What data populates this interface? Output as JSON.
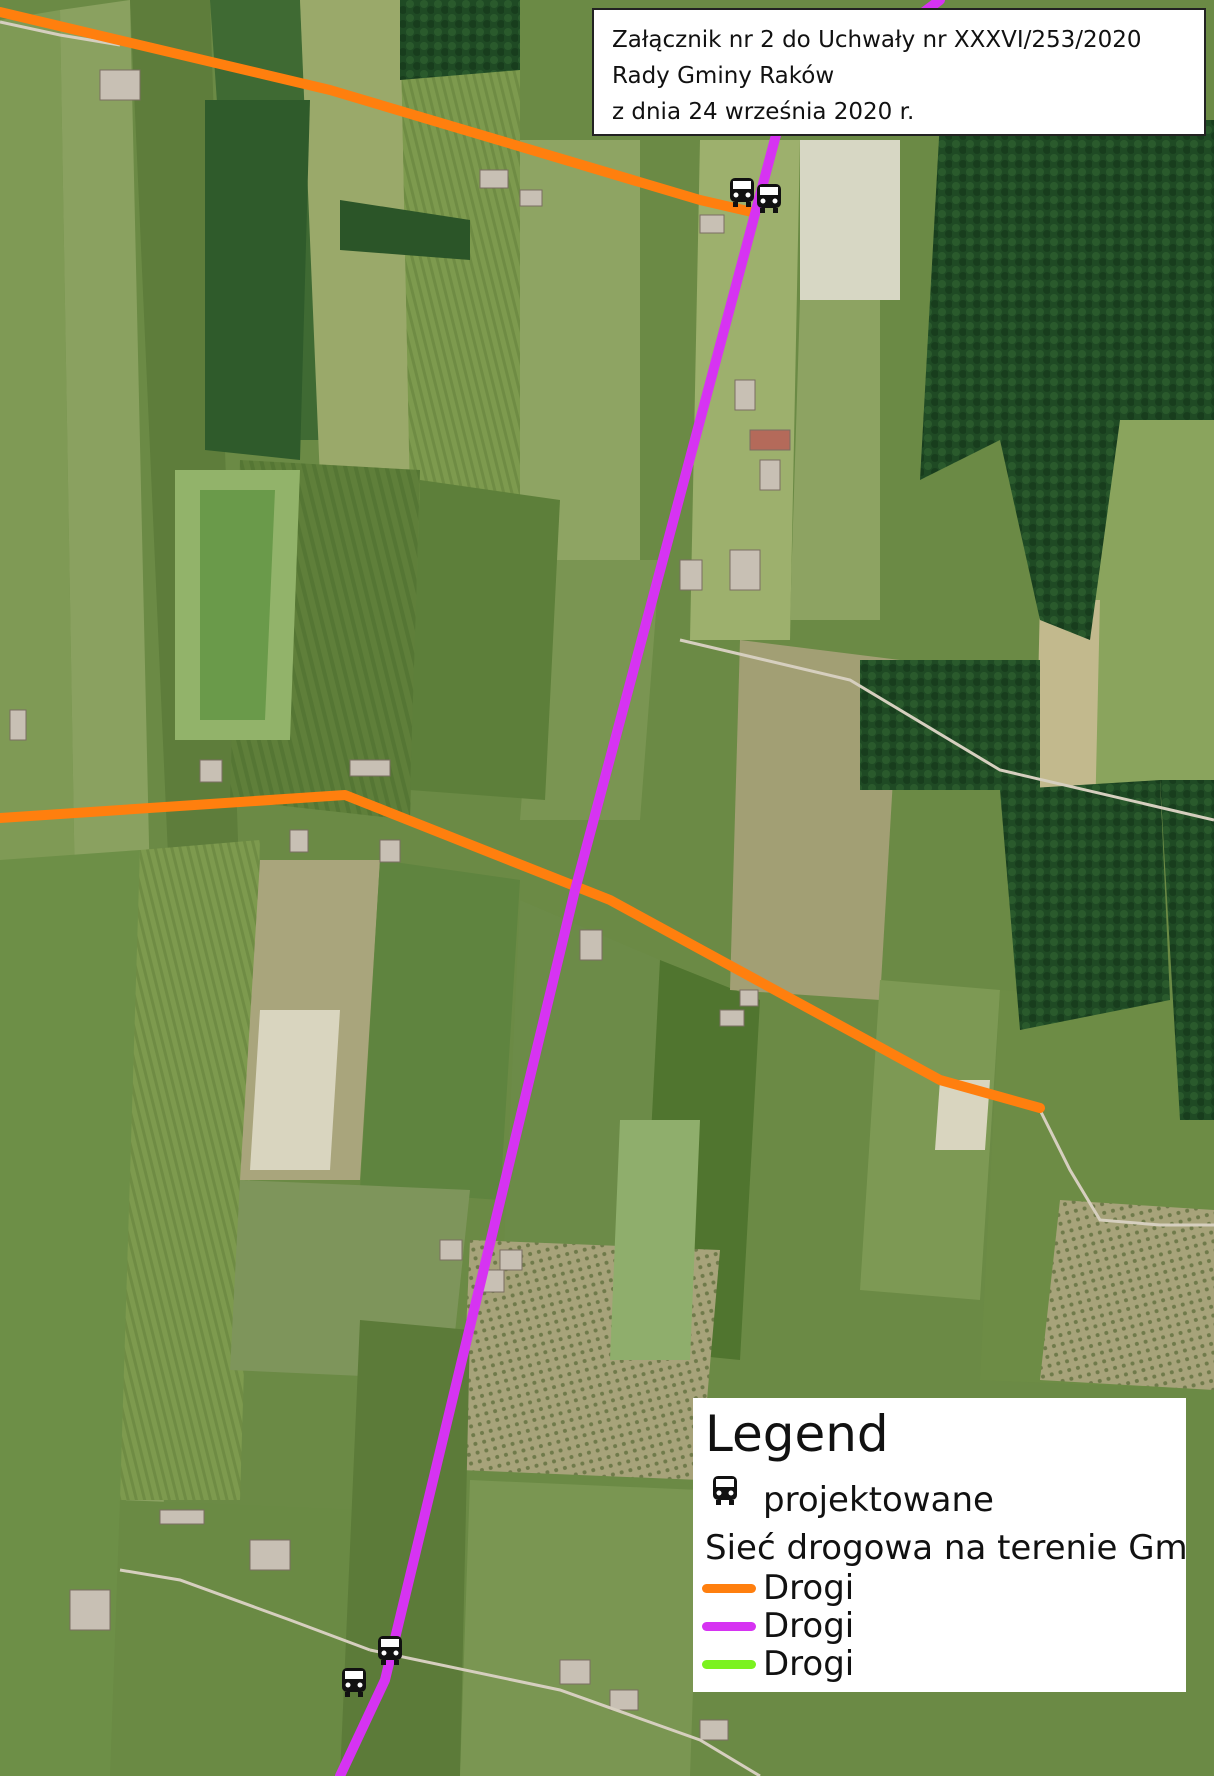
{
  "header": {
    "line1": "Załącznik nr 2 do Uchwały nr XXXVI/253/2020",
    "line2": "Rady Gminy Raków",
    "line3": "z dnia 24 września 2020 r."
  },
  "legend": {
    "title": "Legend",
    "stop_icon": "bus-stop-icon",
    "stop_label": "projektowane",
    "group_label": "Sieć drogowa na terenie Gmin",
    "roads": [
      {
        "label": "Drogi",
        "color": "#ff7f0e"
      },
      {
        "label": "Drogi",
        "color": "#d633f2"
      },
      {
        "label": "Drogi",
        "color": "#7bf21f"
      }
    ]
  },
  "map": {
    "base_layer": "aerial-orthophoto",
    "road_orange_color": "#ff7f0e",
    "road_purple_color": "#d633f2"
  }
}
